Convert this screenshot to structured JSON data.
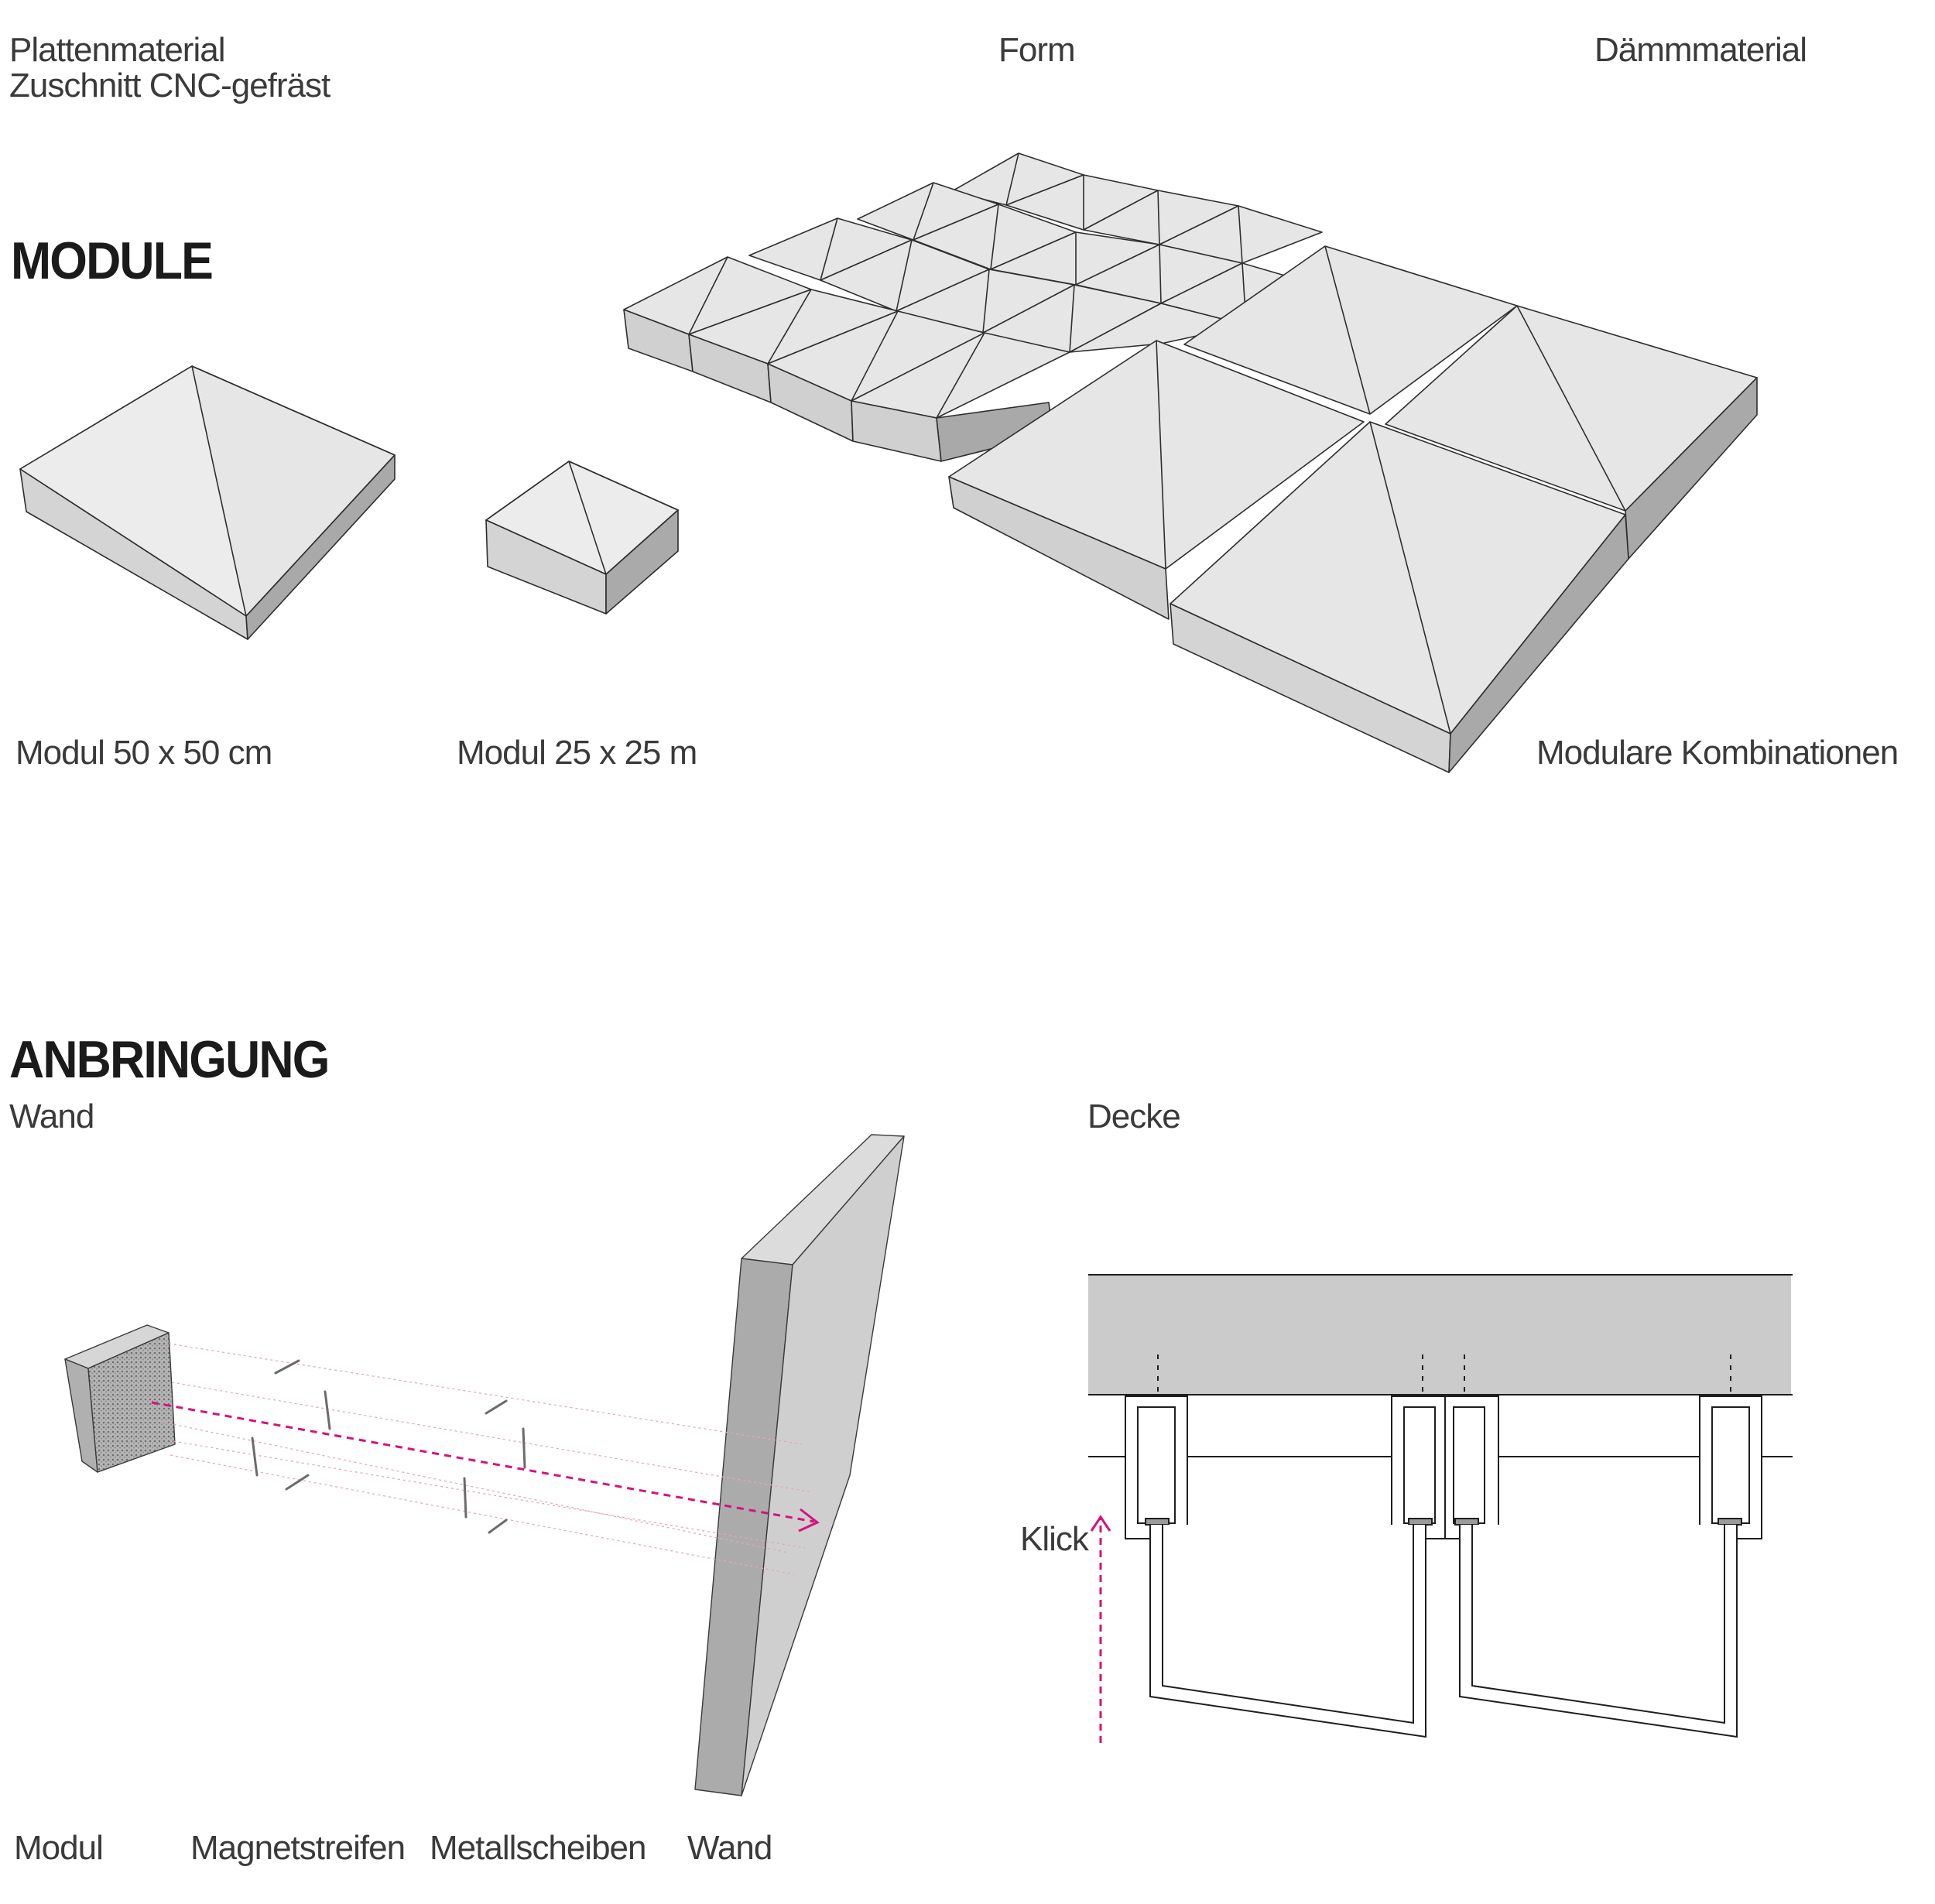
{
  "top_labels": {
    "material": "Plattenmaterial",
    "material_sub": "Zuschnitt CNC-gefräst",
    "form": "Form",
    "insulation": "Dämmmaterial"
  },
  "module_section": {
    "heading": "MODULE",
    "label_large": "Modul 50 x 50 cm",
    "label_small": "Modul 25 x 25 m",
    "label_combo": "Modulare Kombinationen"
  },
  "mounting_section": {
    "heading": "ANBRINGUNG",
    "wall_title": "Wand",
    "ceiling_title": "Decke",
    "click_label": "Klick",
    "label_module": "Modul",
    "label_magnet": "Magnetstreifen",
    "label_metal": "Metallscheiben",
    "label_wall": "Wand"
  },
  "colors": {
    "face_light": "#e3e3e3",
    "face_mid": "#cfcfcf",
    "face_dark": "#a9a9a9",
    "accent_magenta": "#d6127a",
    "ceiling_gray": "#cbcbcb"
  }
}
